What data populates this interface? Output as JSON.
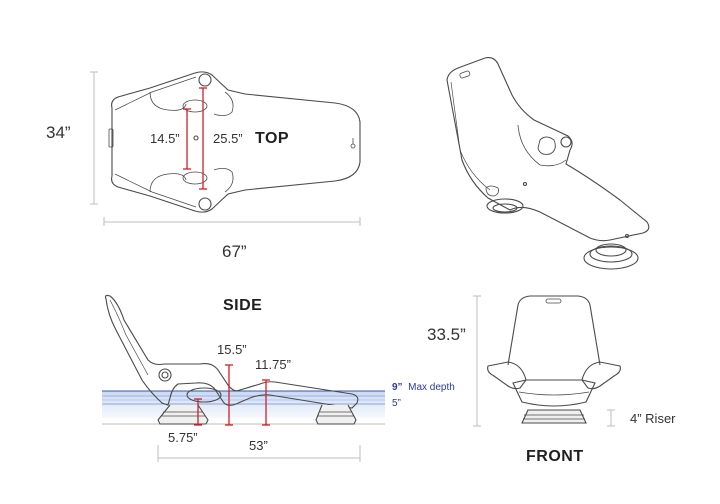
{
  "views": {
    "top": {
      "title": "TOP",
      "width_label": "67”",
      "height_label": "34”",
      "inner_dim_1": "14.5”",
      "inner_dim_2": "25.5”"
    },
    "side": {
      "title": "SIDE",
      "dim_seat_height": "15.5”",
      "dim_leg_height": "11.75”",
      "dim_armrest_height": "5.75”",
      "dim_base_span": "53”",
      "water": {
        "max_depth_value": "9”",
        "max_depth_label": "Max depth",
        "min_depth_value": "5”"
      }
    },
    "front": {
      "title": "FRONT",
      "height_label": "33.5”",
      "riser_label": "4” Riser"
    },
    "isometric": {
      "title": ""
    }
  },
  "colors": {
    "outline": "#4a4a4a",
    "dimension_line": "#bdbdbd",
    "measure_red": "#d0202a",
    "water_line": "#3a55b8",
    "water_fill": "#dbe6f7",
    "label_blue": "#2d3a9a"
  }
}
